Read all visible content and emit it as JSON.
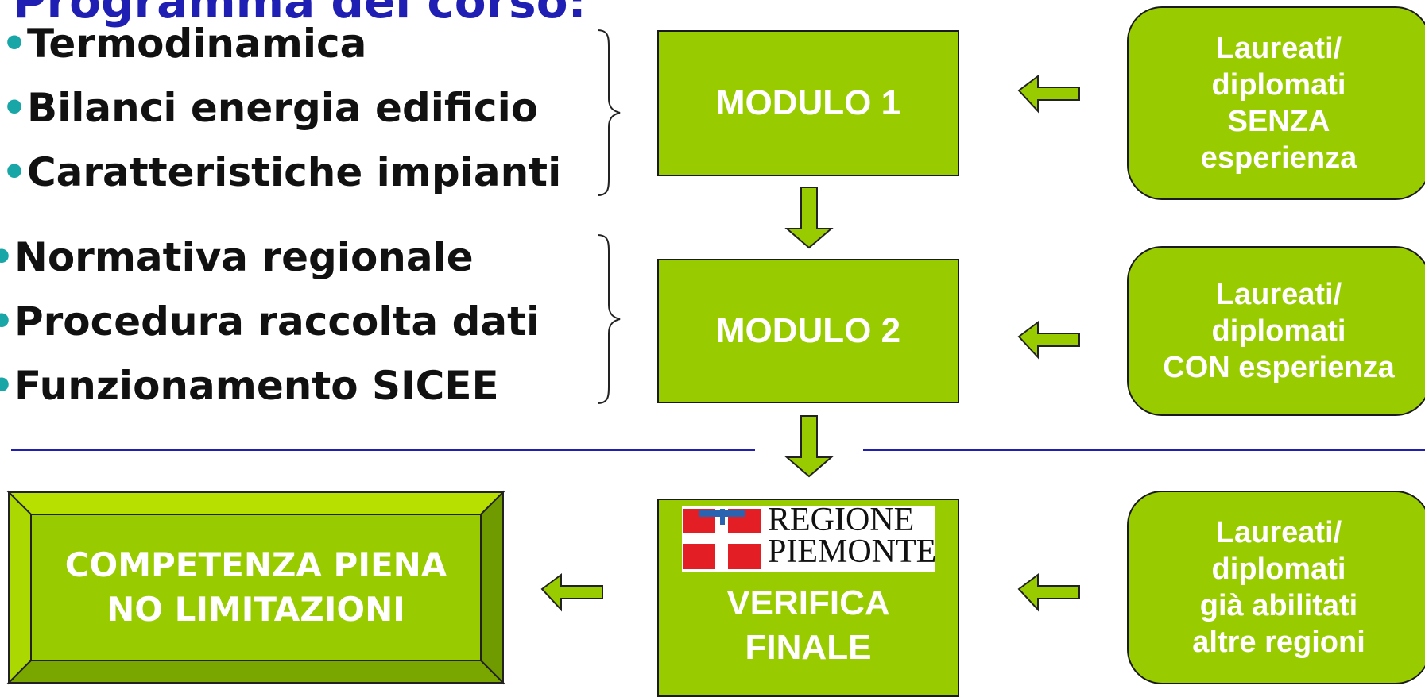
{
  "heading": "Programma del corso:",
  "group1": [
    "Termodinamica",
    "Bilanci energia edificio",
    "Caratteristiche impianti"
  ],
  "group2": [
    "Normativa regionale",
    "Procedura raccolta dati",
    "Funzionamento SICEE"
  ],
  "bullet_glyph": "•",
  "modules": {
    "m1": "MODULO 1",
    "m2": "MODULO 2",
    "verifica": [
      "VERIFICA",
      "FINALE"
    ]
  },
  "logo": {
    "line1": "REGIONE",
    "line2": "PIEMONTE"
  },
  "right_boxes": [
    [
      "Laureati/",
      "diplomati",
      "SENZA",
      "esperienza"
    ],
    [
      "Laureati/",
      "diplomati",
      "CON esperienza"
    ],
    [
      "Laureati/",
      "diplomati",
      "già abilitati",
      "altre regioni"
    ]
  ],
  "result": [
    "COMPETENZA PIENA",
    "NO LIMITAZIONI"
  ],
  "colors": {
    "green": "#99cc00",
    "heading_blue": "#1f1fb4",
    "bullet_teal": "#19a6a6",
    "divider_blue": "#1f1fb4",
    "logo_red": "#e31e24"
  }
}
